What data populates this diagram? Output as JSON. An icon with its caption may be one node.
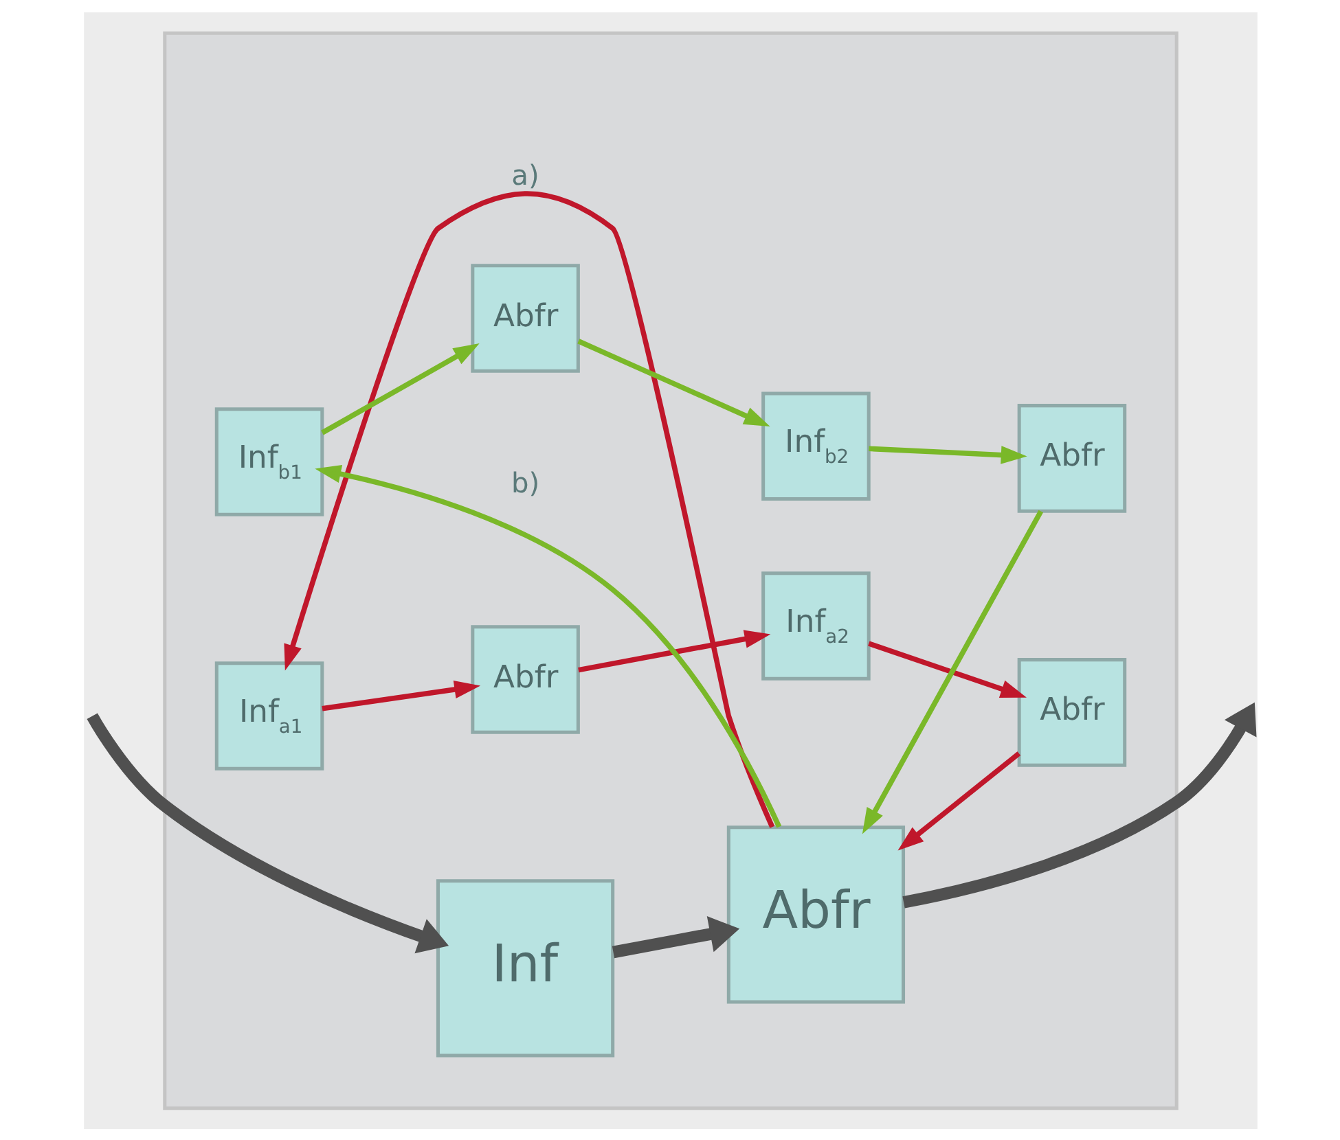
{
  "diagram": {
    "nodes": [
      {
        "text": [],
        "shape": "box"
      },
      {
        "text": [
          "Inf$_{a1}$"
        ],
        "in": 0
      },
      {
        "text": [
          "Abfr"
        ],
        "in": 0
      },
      {
        "text": [
          "Inf$_{a2}$"
        ],
        "in": 0
      },
      {
        "text": [
          "Abfr"
        ],
        "in": 0
      },
      {
        "text": [
          "Inf"
        ],
        "in": 0
      },
      {
        "text": [
          "Abfr"
        ],
        "in": 0
      },
      {
        "text": [
          "Inf$_{b1}$"
        ],
        "in": 0
      },
      {
        "text": [
          "Abfr"
        ],
        "in": 0
      },
      {
        "text": [
          "Inf$_{b2}$"
        ],
        "in": 0
      },
      {
        "text": [
          "Abfr"
        ],
        "in": 0
      }
    ],
    "edges": [
      {
        "from": null,
        "to": 5,
        "arrow": "to",
        "style": "thick",
        "color": "#505050"
      },
      {
        "from": 5,
        "to": 6,
        "arrow": "to",
        "style": "thick",
        "color": "#505050"
      },
      {
        "from": 6,
        "to": null,
        "arrow": "to",
        "style": "thick",
        "color": "#505050"
      },
      {
        "from": 6,
        "to": 1,
        "arrow": "to",
        "label": "a)",
        "color": "#c0172b"
      },
      {
        "from": 1,
        "to": 2,
        "arrow": "to",
        "color": "#c0172b"
      },
      {
        "from": 2,
        "to": 3,
        "arrow": "to",
        "color": "#c0172b"
      },
      {
        "from": 3,
        "to": 4,
        "arrow": "to",
        "color": "#c0172b"
      },
      {
        "from": 4,
        "to": 6,
        "arrow": "to",
        "color": "#c0172b"
      },
      {
        "from": 6,
        "to": 7,
        "arrow": "to",
        "label": "b)",
        "color": "#7ab829"
      },
      {
        "from": 7,
        "to": 8,
        "arrow": "to",
        "color": "#7ab829"
      },
      {
        "from": 8,
        "to": 9,
        "arrow": "to",
        "color": "#7ab829"
      },
      {
        "from": 9,
        "to": 10,
        "arrow": "to",
        "color": "#7ab829"
      },
      {
        "from": 10,
        "to": 6,
        "arrow": "to",
        "color": "#7ab829"
      }
    ]
  }
}
